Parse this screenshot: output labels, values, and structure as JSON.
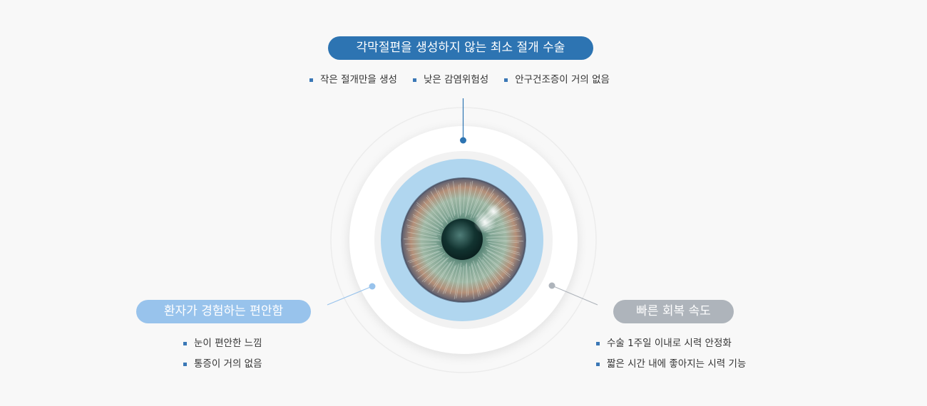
{
  "top": {
    "title": "각막절편을 생성하지 않는 최소 절개 수술",
    "bullets": [
      "작은 절개만을 생성",
      "낮은 감염위험성",
      "안구건조증이 거의 없음"
    ]
  },
  "left": {
    "title": "환자가 경험하는 편안함",
    "bullets": [
      "눈이 편안한 느낌",
      "통증이 거의 없음"
    ]
  },
  "right": {
    "title": "빠른 회복 속도",
    "bullets": [
      "수술 1주일 이내로 시력 안정화",
      "짧은 시간 내에 좋아지는 시력 기능"
    ]
  },
  "colors": {
    "top_accent": "#2d74b2",
    "left_accent": "#98c3ec",
    "right_accent": "#aeb4bb",
    "iris_ring": "#b0d6ef"
  },
  "graphic": {
    "center_image": "eye-iris-icon"
  }
}
